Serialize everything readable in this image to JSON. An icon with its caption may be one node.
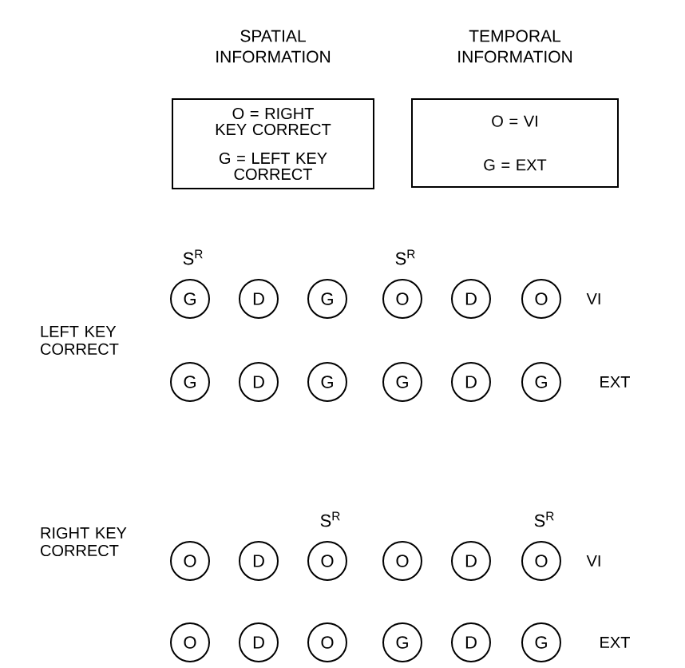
{
  "diagram": {
    "nodes": [
      {
        "text": [
          "SPATIAL INFORMATION",
          "O = RIGHT KEY CORRECT",
          "G = LEFT KEY CORRECT"
        ]
      },
      {
        "text": [
          "TEMPORAL INFORMATION",
          "O = VI",
          "G = EXT"
        ]
      },
      {
        "text": [
          "G"
        ],
        "beside": [
          "S$^{R}$"
        ]
      },
      {
        "text": [
          "D"
        ]
      },
      {
        "text": [
          "G"
        ]
      },
      {
        "text": [
          "O"
        ],
        "beside": [
          "S$^{R}$"
        ]
      },
      {
        "text": [
          "D"
        ]
      },
      {
        "text": [
          "O"
        ]
      },
      {
        "text": [
          "G"
        ]
      },
      {
        "text": [
          "D"
        ]
      },
      {
        "text": [
          "G"
        ]
      },
      {
        "text": [
          "G"
        ]
      },
      {
        "text": [
          "D"
        ]
      },
      {
        "text": [
          "G"
        ]
      },
      {
        "text": [
          "O"
        ]
      },
      {
        "text": [
          "D"
        ]
      },
      {
        "text": [
          "O"
        ],
        "beside": [
          "S$^{R}$"
        ]
      },
      {
        "text": [
          "O"
        ]
      },
      {
        "text": [
          "D"
        ]
      },
      {
        "text": [
          "O"
        ],
        "beside": [
          "S$^{R}$"
        ]
      },
      {
        "text": [
          "O"
        ]
      },
      {
        "text": [
          "D"
        ]
      },
      {
        "text": [
          "O"
        ]
      },
      {
        "text": [
          "G"
        ]
      },
      {
        "text": [
          "D"
        ]
      },
      {
        "text": [
          "G"
        ]
      }
    ],
    "labels": [
      "LEFT KEY CORRECT",
      "VI",
      "EXT",
      "RIGHT KEY CORRECT",
      "VI",
      "EXT"
    ]
  }
}
